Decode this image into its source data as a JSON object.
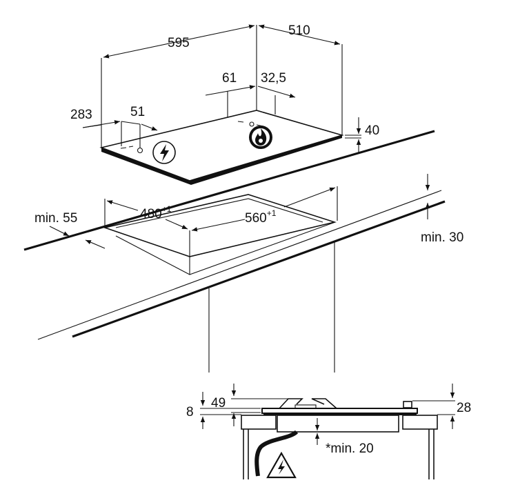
{
  "hob": {
    "dimensions": {
      "width": "595",
      "depth": "510",
      "left_offset": "283",
      "left_zone_gap": "51",
      "center_left": "61",
      "center_right": "32,5",
      "height": "40"
    },
    "symbols": {
      "electric_zone": "lightning-icon",
      "gas_zone": "flame-icon"
    }
  },
  "cutout": {
    "depth": "480",
    "depth_tolerance": "+1",
    "width": "560",
    "width_tolerance": "+1",
    "front_clearance": "min. 55",
    "worktop_thickness": "min. 30"
  },
  "section": {
    "dim_8": "8",
    "dim_49": "49",
    "dim_28": "28",
    "clearance_below": "*min. 20",
    "warning": "electric-hazard-icon"
  },
  "colors": {
    "line": "#111111",
    "background": "#ffffff"
  }
}
